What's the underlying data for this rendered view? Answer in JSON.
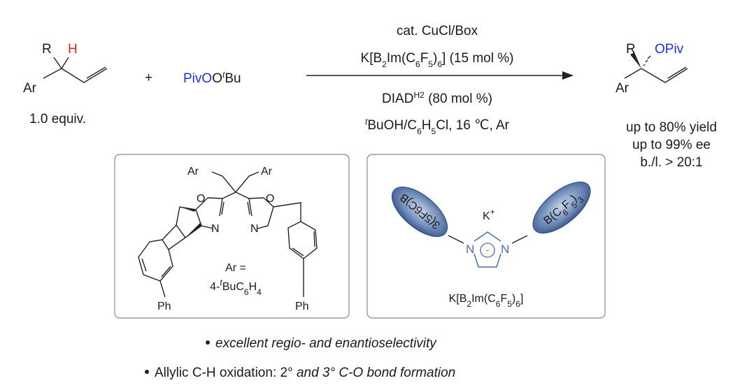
{
  "substrate": {
    "r": "R",
    "h": "H",
    "ar": "Ar",
    "equiv": "1.0 equiv."
  },
  "plus": "+",
  "reagent": {
    "piv": "PivO",
    "o": "O",
    "t": "t",
    "bu": "Bu"
  },
  "conditions": {
    "line1": "cat. CuCl/Box",
    "line2_parts": [
      "K[B",
      "2",
      "Im(C",
      "6",
      "F",
      "5",
      ")",
      "6",
      "] (15 mol %)"
    ],
    "line3_parts": [
      "DIAD",
      "H2",
      " (80 mol %)"
    ],
    "line4_parts": [
      "t",
      "BuOH/C",
      "6",
      "H",
      "5",
      "Cl, 16 ℃, Ar"
    ]
  },
  "product": {
    "r": "R",
    "opiv": "OPiv",
    "ar": "Ar"
  },
  "results": [
    "up to 80% yield",
    "up to 99% ee",
    "b./l. > 20:1"
  ],
  "ligand_box": {
    "ar1": "Ar",
    "ar2": "Ar",
    "o": "O",
    "n": "N",
    "ph": "Ph",
    "ar_def": "Ar =",
    "ar_def2_parts": [
      "4-",
      "t",
      "BuC",
      "6",
      "H",
      "4"
    ]
  },
  "borate_box": {
    "left_group": "3(5F6C)B",
    "right_group_parts": [
      "B(C",
      "6",
      "F",
      "5",
      ")",
      "3"
    ],
    "cation": "K",
    "cation_charge": "+",
    "n": "N",
    "charge": "-",
    "caption_parts": [
      "K[B",
      "2",
      "Im(C",
      "6",
      "F",
      "5",
      ")",
      "6",
      "]"
    ]
  },
  "bullets": [
    {
      "plain": "",
      "italic": "excellent regio- and enantioselectivity"
    },
    {
      "plain": "Allylic C-H oxidation: 2° ",
      "italic": "and 3° C-O bond formation"
    }
  ],
  "colors": {
    "blue": "#1f2fe6",
    "red": "#e02020",
    "ellipse": "#3f5f95"
  }
}
